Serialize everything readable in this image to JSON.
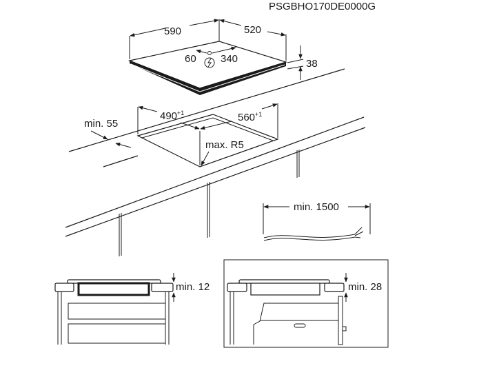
{
  "model_code": "PSGBHO170DE0000G",
  "hob": {
    "width": "590",
    "depth": "520",
    "height": "38",
    "connection_left": "60",
    "connection_right": "340",
    "power_symbol": "lightning-icon"
  },
  "cutout": {
    "width": "560",
    "width_tol": "+1",
    "depth": "490",
    "depth_tol": "+1",
    "radius": "max. R5",
    "front_distance": "min. 55"
  },
  "cable": {
    "length": "min. 1500"
  },
  "installation": {
    "drawer_clearance": "min. 12",
    "oven_clearance": "min. 28"
  }
}
